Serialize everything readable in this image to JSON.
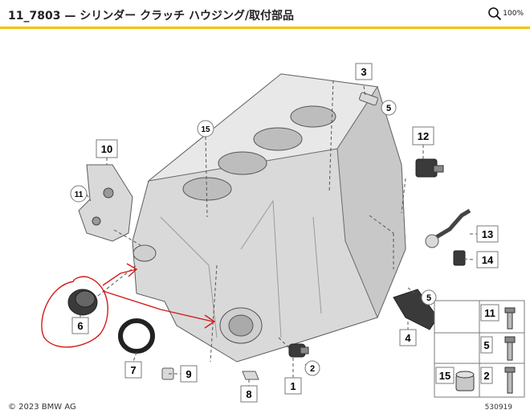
{
  "header": {
    "title": "11_7803 — シリンダー クラッチ ハウジング/取付部品",
    "zoom_label": "100%"
  },
  "diagram": {
    "callouts": {
      "c1": "1",
      "c2": "2",
      "c3": "3",
      "c4": "4",
      "c5a": "5",
      "c5b": "5",
      "c6": "6",
      "c7": "7",
      "c8": "8",
      "c9": "9",
      "c10": "10",
      "c11": "11",
      "c12": "12",
      "c13": "13",
      "c14": "14",
      "c15": "15"
    },
    "legend": {
      "r1a": "11",
      "r2a": "5",
      "r3a": "15",
      "r3b": "2"
    }
  },
  "footer": {
    "copyright": "© 2023 BMW AG",
    "image_number": "530919"
  },
  "colors": {
    "accent": "#f2c200",
    "annotation": "#d41a1a"
  }
}
